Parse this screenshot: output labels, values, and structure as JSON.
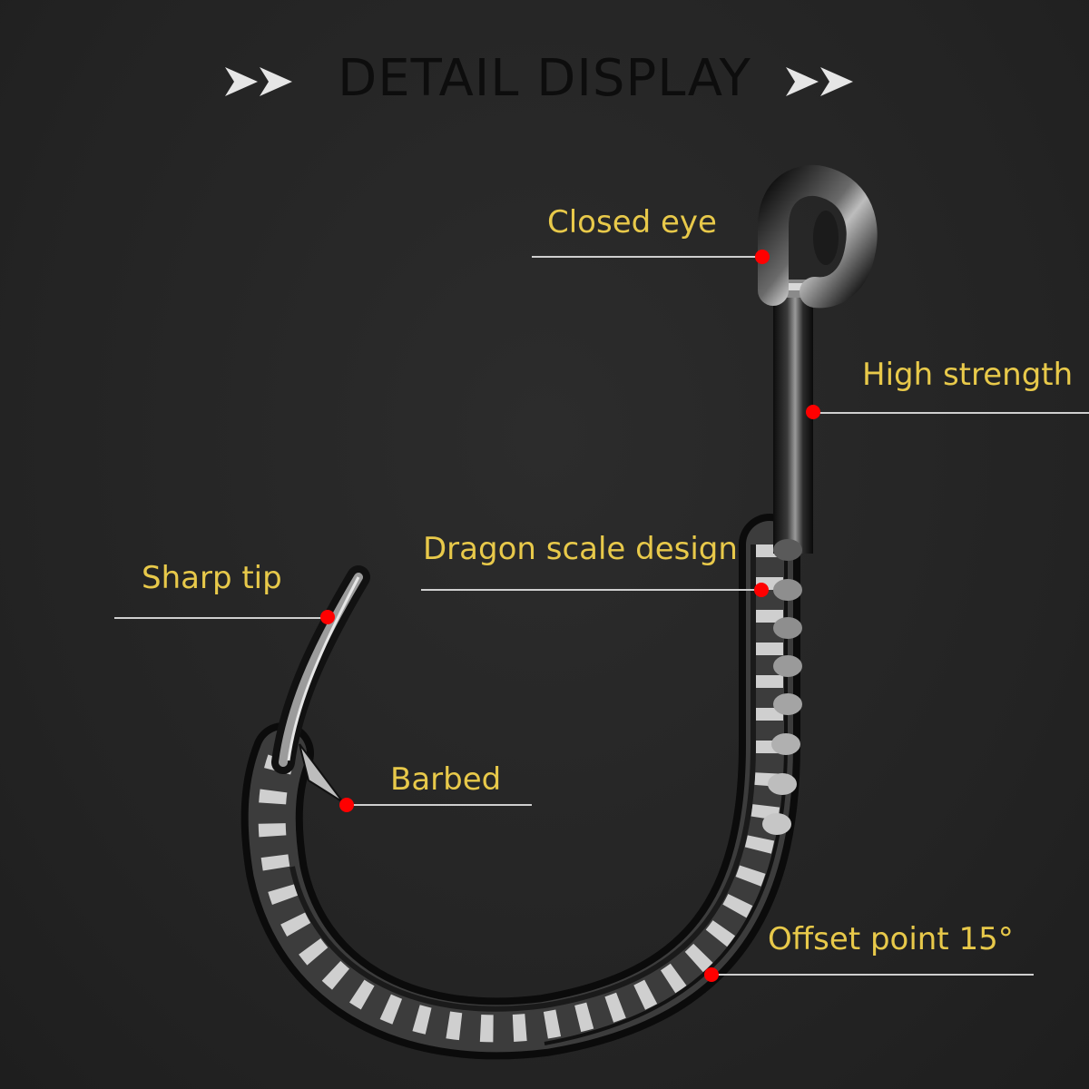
{
  "header": {
    "title": "DETAIL DISPLAY",
    "left_icon": "double-chevron-right-icon",
    "right_icon": "double-chevron-right-icon"
  },
  "colors": {
    "background": "#262626",
    "label": "#e8c94a",
    "marker": "#ff0000",
    "leader_line": "#cfcfcf",
    "title": "#0d0d0d",
    "chevron": "#e6e6e6"
  },
  "image": {
    "subject": "fishing-hook-icon"
  },
  "callouts": {
    "closed_eye": "Closed eye",
    "high_strength": "High strength",
    "dragon_scale": "Dragon scale design",
    "sharp_tip": "Sharp tip",
    "barbed": "Barbed",
    "offset_point": "Offset point 15°"
  }
}
